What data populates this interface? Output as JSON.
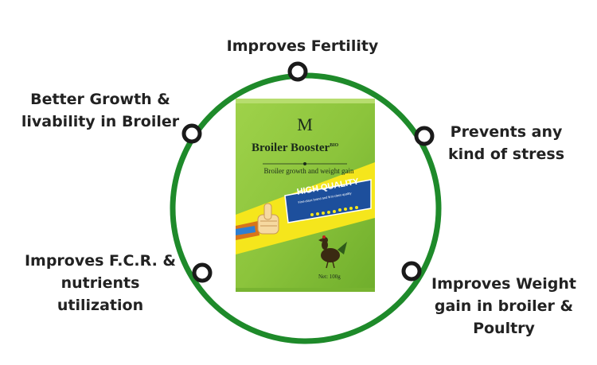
{
  "benefits": {
    "top": "Improves Fertility",
    "upper_left": "Better Growth & livability in Broiler",
    "upper_right": "Prevents any kind of stress",
    "lower_left": "Improves F.C.R. & nutrients utilization",
    "lower_right": "Improves Weight gain in broiler & Poultry"
  },
  "product": {
    "logo": "M",
    "name": "Broiler Booster",
    "name_sup": "BIO",
    "tagline": "Broiler growth and weight gain",
    "badge_title": "HIGH QUALITY",
    "badge_subtitle": "First-class brand and first-class quality",
    "net": "Net: 100g"
  },
  "colors": {
    "ring": "#1e8a2a",
    "packet": "#8dc63f",
    "badge": "#1d4f9c",
    "band": "#f5e61c"
  }
}
